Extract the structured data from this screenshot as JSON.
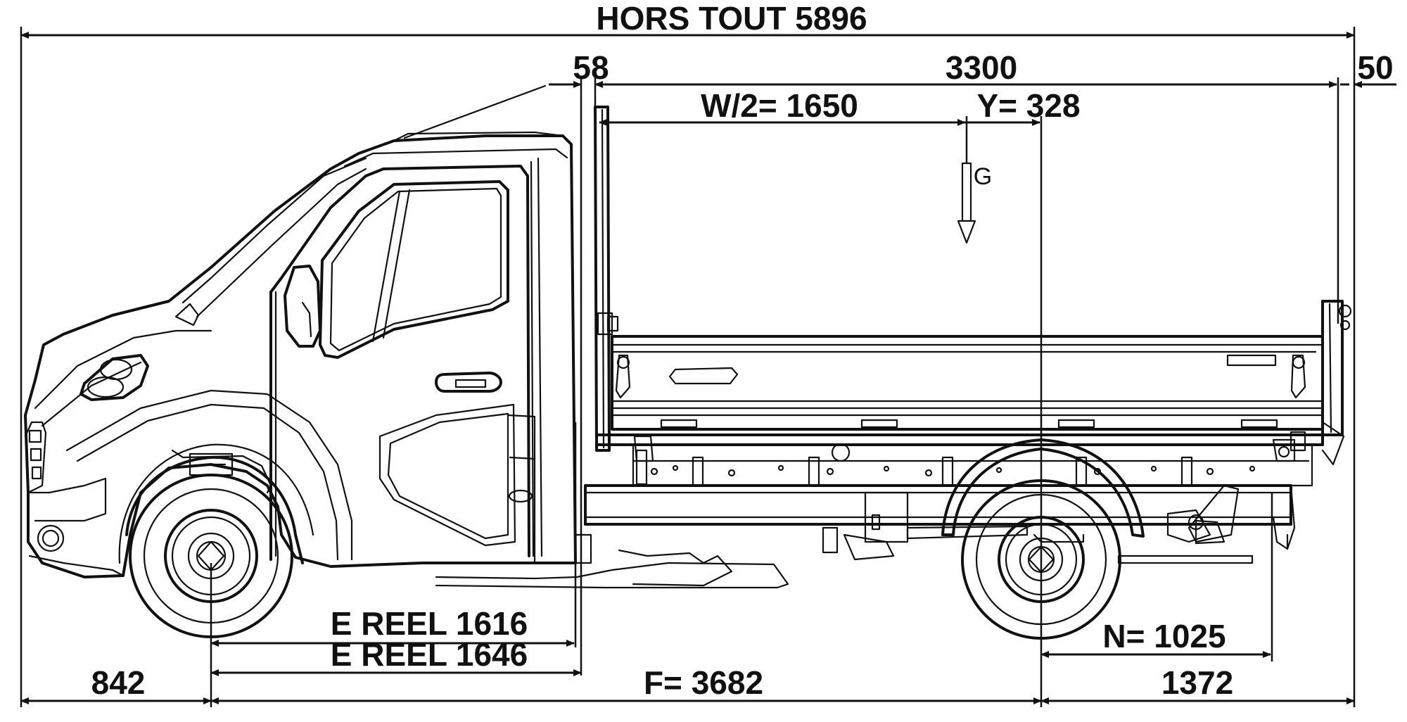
{
  "dimensions": {
    "overall": "HORS TOUT 5896",
    "gap_cab_body": "58",
    "body_length": "3300",
    "rear_gap": "50",
    "half_body": "W/2= 1650",
    "cog_offset": "Y= 328",
    "cog_marker": "G",
    "e_reel_1": "E REEL 1616",
    "e_reel_2": "E REEL 1646",
    "front_overhang": "842",
    "wheelbase": "F= 3682",
    "n_value": "N= 1025",
    "rear_overhang": "1372"
  },
  "colors": {
    "ink": "#111111",
    "background": "#ffffff"
  }
}
